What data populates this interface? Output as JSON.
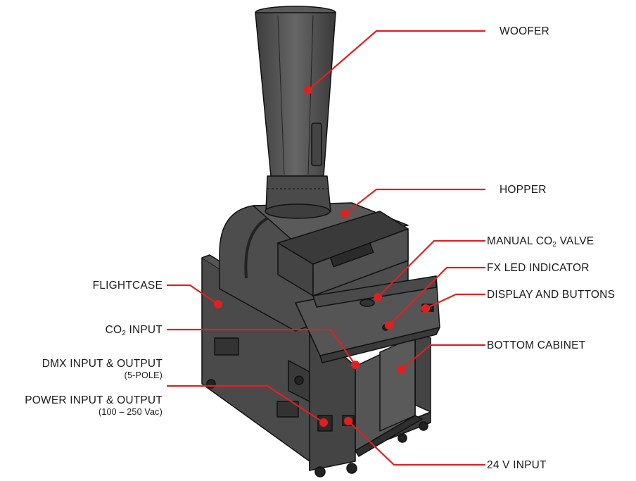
{
  "labels": {
    "woofer": "WOOFER",
    "hopper": "HOPPER",
    "manual_co2_valve_pre": "MANUAL CO",
    "manual_co2_valve_sub": "2",
    "manual_co2_valve_post": " VALVE",
    "fx_led_indicator": "FX LED INDICATOR",
    "display_and_buttons": "DISPLAY AND BUTTONS",
    "bottom_cabinet": "BOTTOM CABINET",
    "flightcase": "FLIGHTCASE",
    "co2_input_pre": "CO",
    "co2_input_sub": "2",
    "co2_input_post": " INPUT",
    "dmx_io": "DMX INPUT & OUTPUT",
    "dmx_io_sub": "(5-POLE)",
    "power_io": "POWER INPUT & OUTPUT",
    "power_io_sub": "(100 – 250 Vac)",
    "v24_input": "24 V INPUT"
  },
  "colors": {
    "leader": "#e02020",
    "body_dark": "#3a3a3a",
    "body_mid": "#4d4d4d",
    "body_light": "#5e5e5e",
    "outline": "#111111"
  }
}
